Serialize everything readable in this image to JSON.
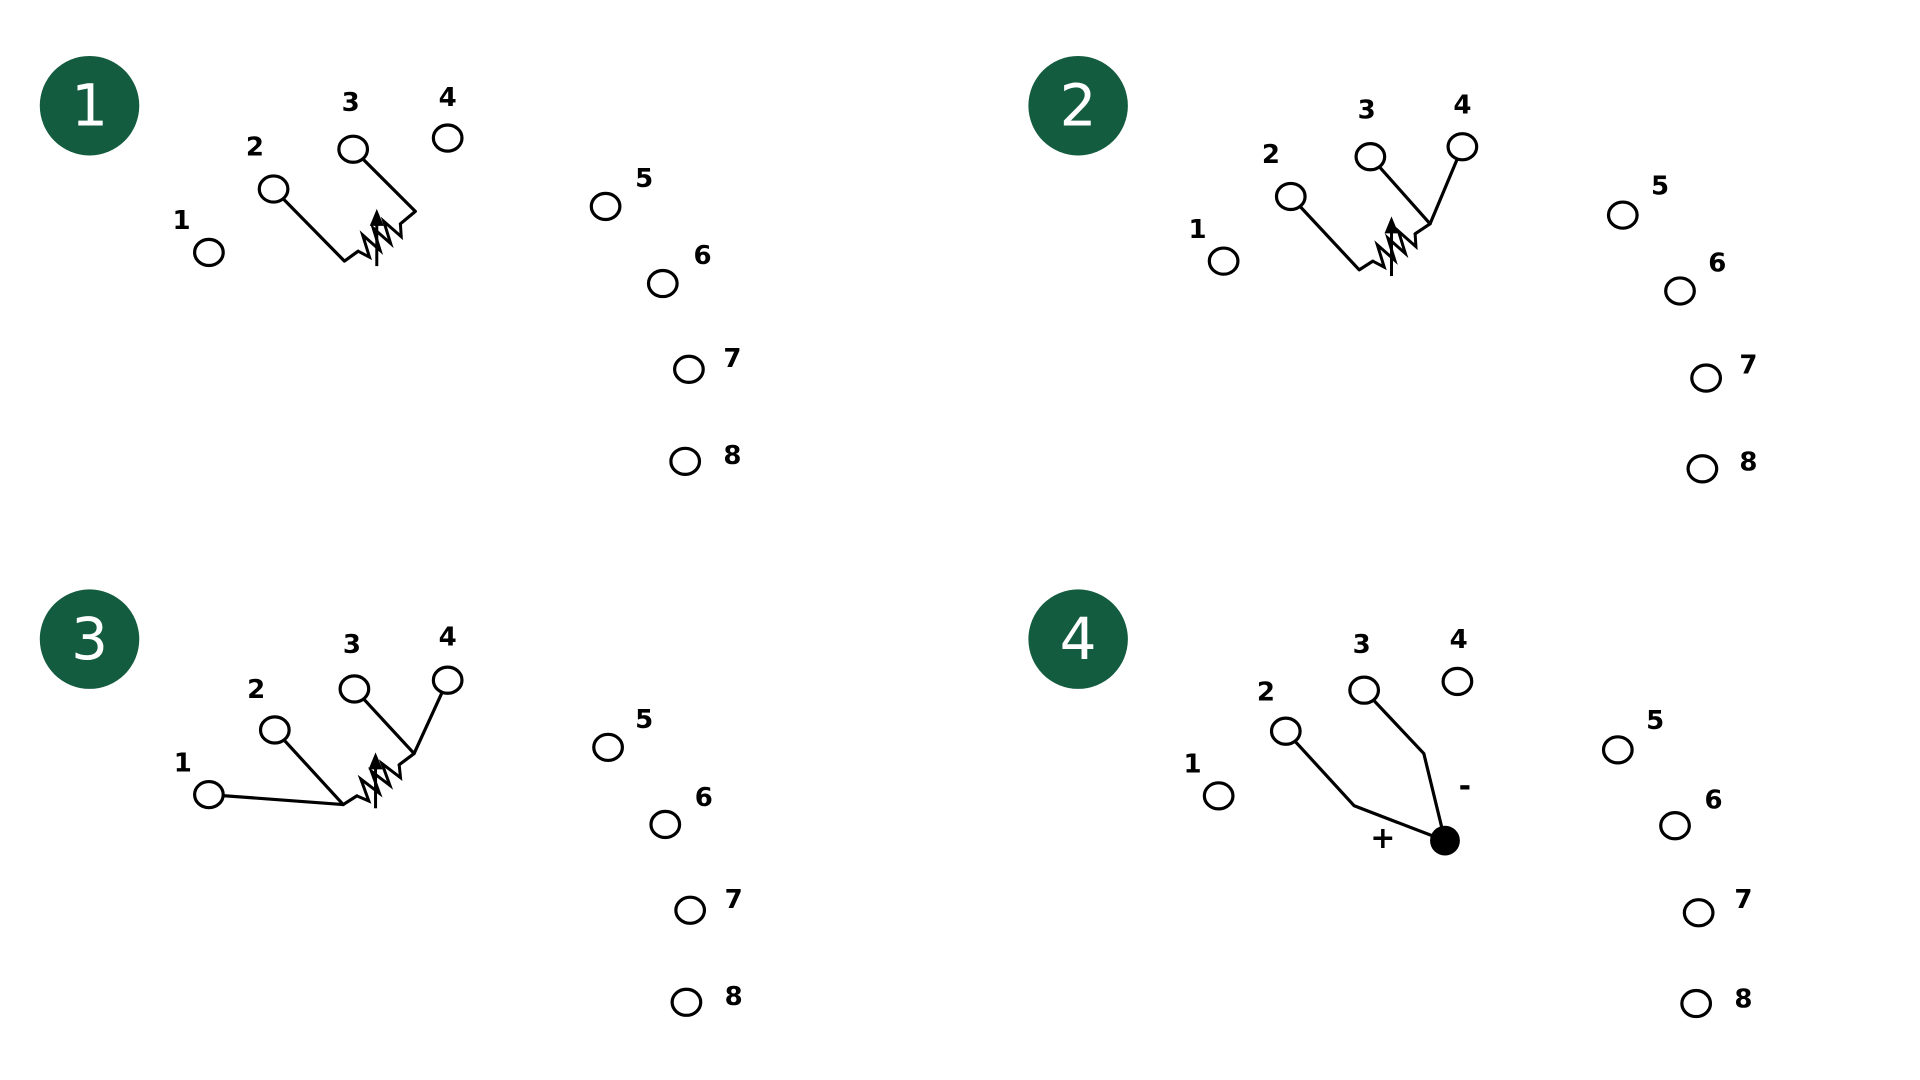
{
  "panels": [
    {
      "id": "1",
      "badge": "1",
      "terminal_labels": [
        "1",
        "2",
        "3",
        "4",
        "5",
        "6",
        "7",
        "8"
      ],
      "element": "rheostat",
      "element_connects_terminals": [
        "2",
        "3"
      ]
    },
    {
      "id": "2",
      "badge": "2",
      "terminal_labels": [
        "1",
        "2",
        "3",
        "4",
        "5",
        "6",
        "7",
        "8"
      ],
      "element": "rheostat",
      "element_connects_terminals": [
        "2",
        "3",
        "4"
      ]
    },
    {
      "id": "3",
      "badge": "3",
      "terminal_labels": [
        "1",
        "2",
        "3",
        "4",
        "5",
        "6",
        "7",
        "8"
      ],
      "element": "rheostat",
      "element_connects_terminals": [
        "1",
        "2",
        "3",
        "4"
      ]
    },
    {
      "id": "4",
      "badge": "4",
      "terminal_labels": [
        "1",
        "2",
        "3",
        "4",
        "5",
        "6",
        "7",
        "8"
      ],
      "element": "polarized-junction",
      "element_connects_terminals": [
        "2",
        "3"
      ],
      "polarity_labels": {
        "positive": "+",
        "negative": "-"
      }
    }
  ],
  "colors": {
    "badge": "#145c3f",
    "badge_text": "#ffffff",
    "line": "#000000",
    "background": "#ffffff"
  }
}
